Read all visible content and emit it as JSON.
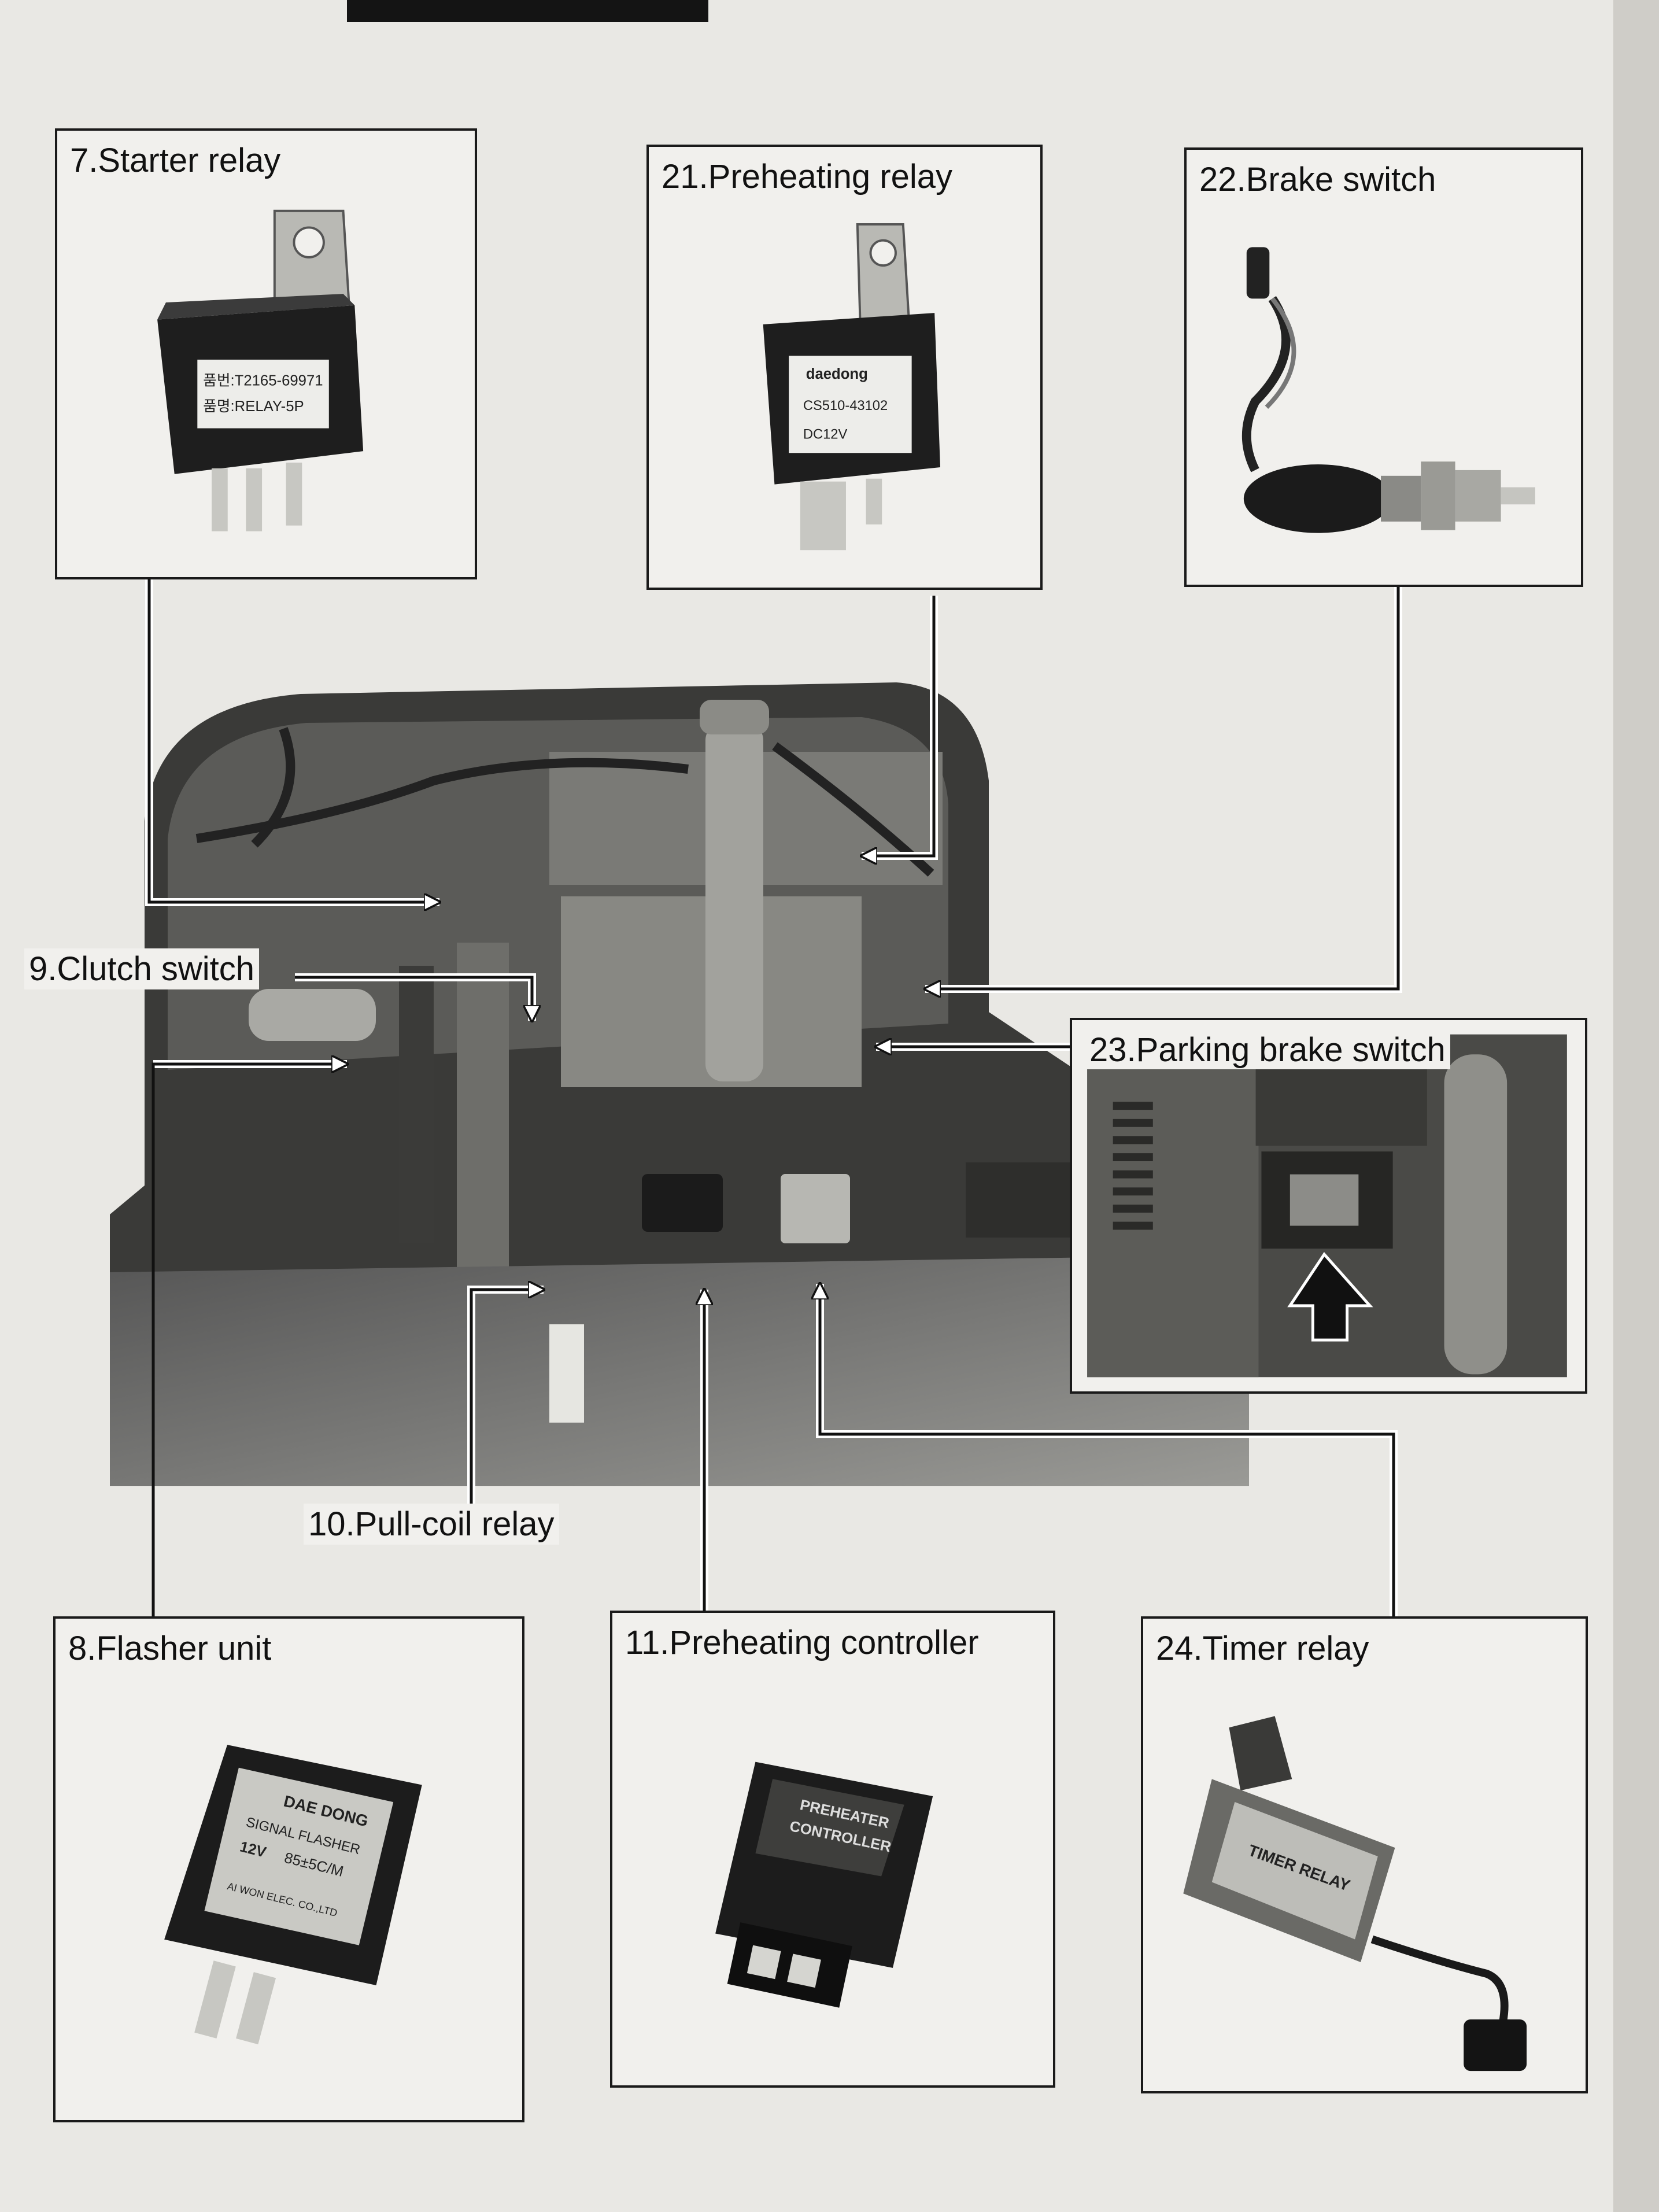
{
  "labels": {
    "starter_relay": "7.Starter relay",
    "preheating_relay": "21.Preheating relay",
    "brake_switch": "22.Brake switch",
    "clutch_switch": "9.Clutch switch",
    "parking_brake_switch": "23.Parking brake switch",
    "pull_coil_relay": "10.Pull-coil relay",
    "flasher_unit": "8.Flasher unit",
    "preheating_controller": "11.Preheating controller",
    "timer_relay": "24.Timer relay"
  },
  "part_markings": {
    "starter_relay": [
      "품번:T2165-69971",
      "품명:RELAY-5P"
    ],
    "preheating_relay": [
      "daedong",
      "CS510-43102",
      "DC12V"
    ],
    "flasher_unit": [
      "DAE DONG",
      "SIGNAL FLASHER",
      "12V",
      "85±5C/M",
      "AI WON ELEC. CO.,LTD"
    ],
    "preheating_controller": [
      "PREHEATER",
      "CONTROLLER"
    ],
    "timer_relay": [
      "TIMER RELAY"
    ]
  },
  "colors": {
    "ink": "#1a1a1a",
    "paper": "#f1f0ed",
    "metal": "#8f8f8a"
  }
}
